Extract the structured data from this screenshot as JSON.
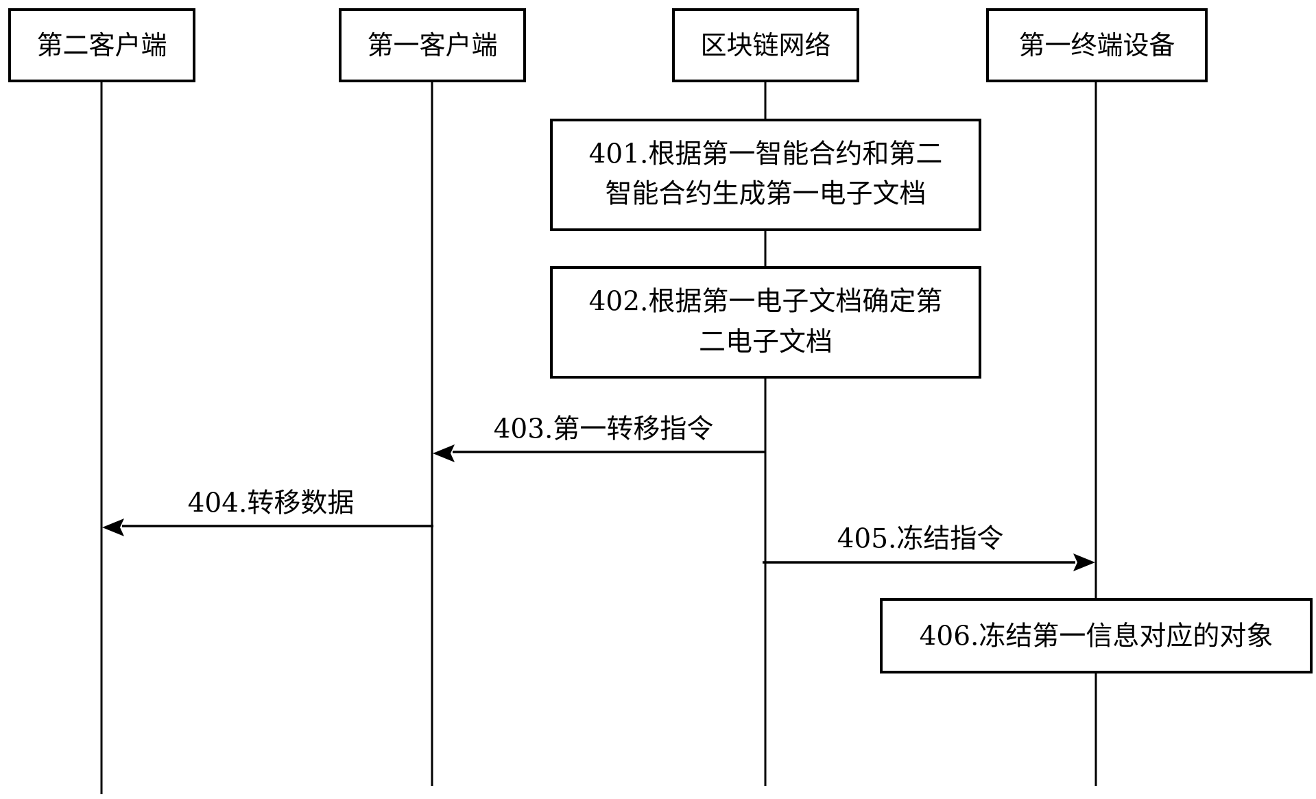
{
  "participants": [
    {
      "id": "second-client",
      "label": "第二客户端"
    },
    {
      "id": "first-client",
      "label": "第一客户端"
    },
    {
      "id": "blockchain",
      "label": "区块链网络"
    },
    {
      "id": "first-terminal",
      "label": "第一终端设备"
    }
  ],
  "steps": {
    "s401": {
      "line1": "401.根据第一智能合约和第二",
      "line2": "智能合约生成第一电子文档"
    },
    "s402": {
      "line1": "402.根据第一电子文档确定第",
      "line2": "二电子文档"
    },
    "s403": {
      "label": "403.第一转移指令"
    },
    "s404": {
      "label": "404.转移数据"
    },
    "s405": {
      "label": "405.冻结指令"
    },
    "s406": {
      "label": "406.冻结第一信息对应的对象"
    }
  }
}
